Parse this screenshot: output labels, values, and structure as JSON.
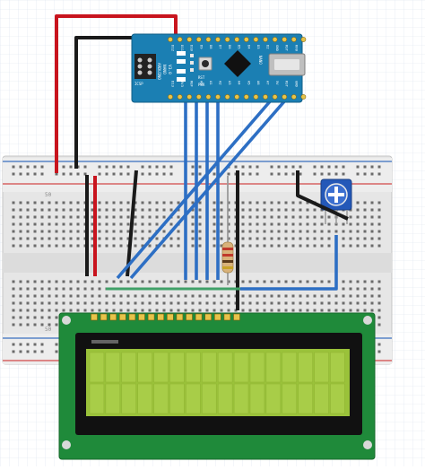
{
  "board": {
    "top_pins": [
      "D12",
      "D11",
      "D10",
      "D9",
      "D8",
      "D7",
      "D6",
      "D5",
      "D4",
      "D3",
      "D2",
      "GND",
      "RST",
      "RX0",
      "TX1"
    ],
    "bottom_pins": [
      "D13",
      "3V3",
      "REF",
      "A0",
      "A1",
      "A2",
      "A3",
      "A4",
      "A5",
      "A6",
      "A7",
      "5V",
      "RST",
      "GND",
      "VIN"
    ],
    "silk_name": "ARDUINO",
    "silk_model": "NANO",
    "silk_version": "V3.0",
    "icsp_label": "ICSP",
    "rst_label": "RST",
    "pwr_label": "PWR"
  },
  "breadboard": {
    "rail_marks": [
      "50",
      "50"
    ]
  },
  "lcd": {
    "columns": 16,
    "rows": 2,
    "pin_count": 16
  },
  "colors": {
    "wire_power": "#c8141e",
    "wire_ground": "#1a1a1a",
    "wire_data": "#2d6fc4",
    "wire_bus": "#40a068",
    "board_blue": "#1b7fb3",
    "lcd_pcb": "#1f8a3a",
    "lcd_screen": "#9ac23a",
    "pot_blue": "#1d4fa8"
  }
}
